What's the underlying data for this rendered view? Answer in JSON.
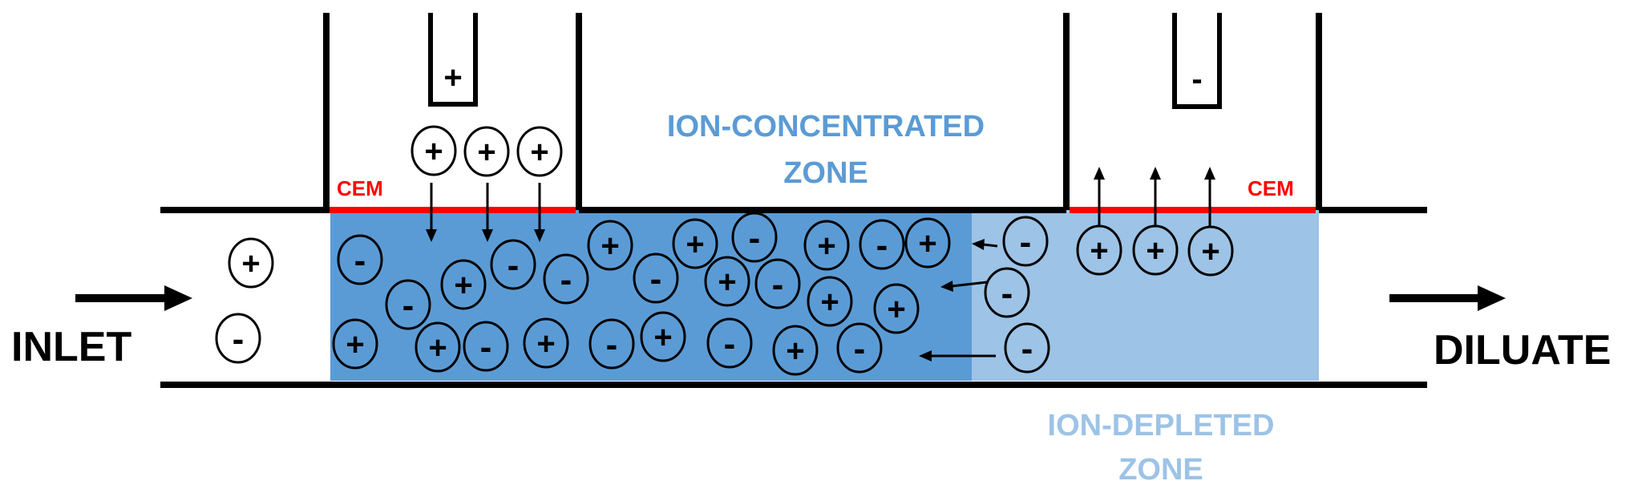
{
  "labels": {
    "inlet": "INLET",
    "dilute": "DILUATE",
    "cem_left": "CEM",
    "cem_right": "CEM",
    "concentrated_zone_line1": "ION-CONCENTRATED",
    "concentrated_zone_line2": "ZONE",
    "depleted_zone_line1": "ION-DEPLETED",
    "depleted_zone_line2": "ZONE",
    "anode_sign": "+",
    "cathode_sign": "-"
  },
  "ion_symbols": {
    "positive": "+",
    "negative": "-"
  },
  "colors": {
    "concentrated_zone": "#5b9bd5",
    "depleted_zone": "#9dc3e6",
    "concentrated_text": "#5b9bd5",
    "depleted_text": "#9dc3e6",
    "membrane": "#ff0000",
    "walls": "#000000"
  }
}
